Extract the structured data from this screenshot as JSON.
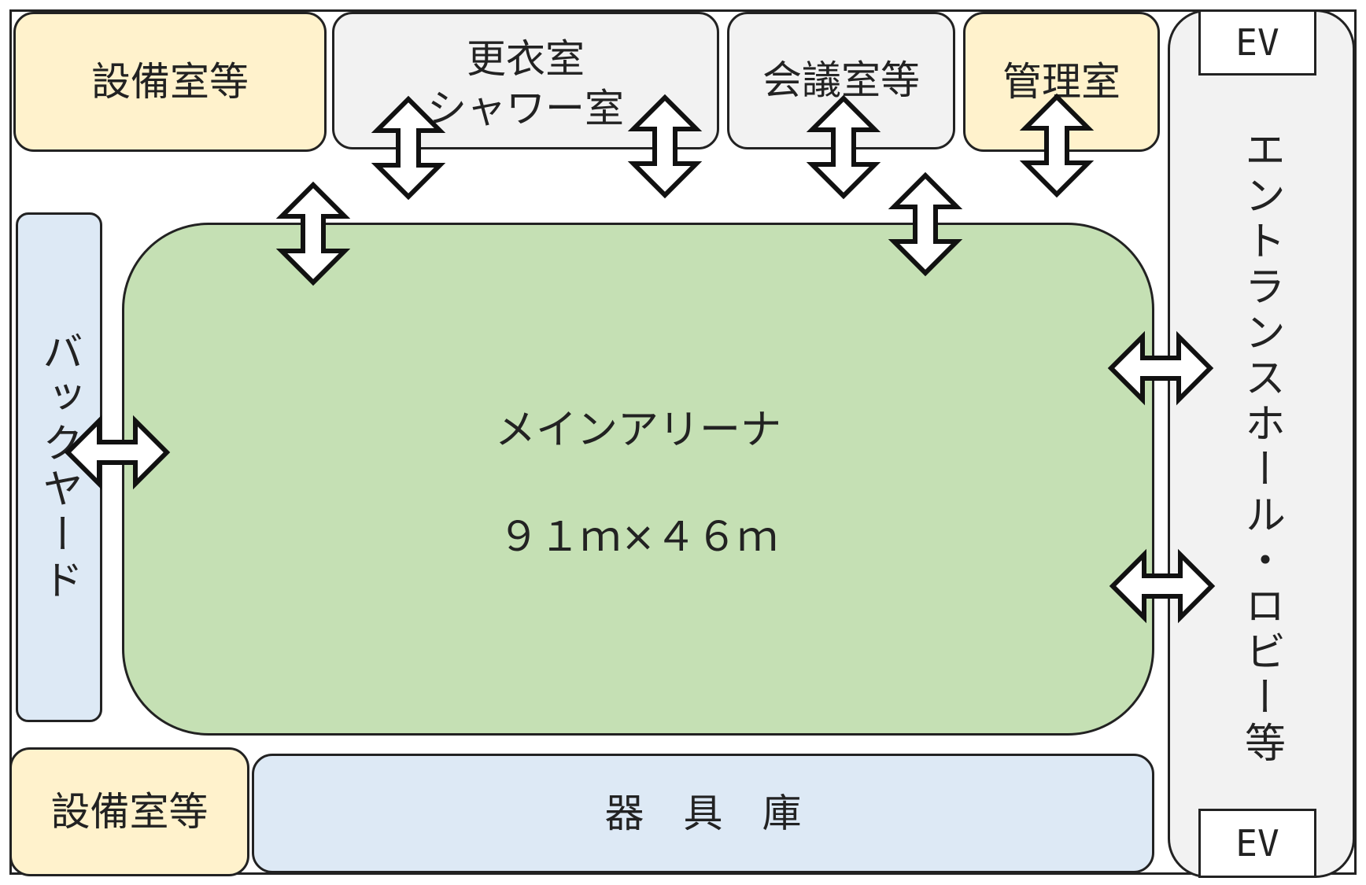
{
  "rooms": {
    "equipment_room_top": "設備室等",
    "locker_room_line1": "更衣室",
    "locker_room_line2": "シャワー室",
    "meeting_room": "会議室等",
    "management_room": "管理室",
    "backyard": "バックヤード",
    "main_arena_name": "メインアリーナ",
    "main_arena_size": "９１ｍ×４６ｍ",
    "equipment_room_bottom": "設備室等",
    "storage": "器　具　庫",
    "entrance_hall": "エントランスホール・ロビー等",
    "ev_top": "EV",
    "ev_bottom": "EV"
  },
  "colors": {
    "beige": "#fff2cc",
    "gray": "#f2f2f2",
    "blue": "#dde9f5",
    "green": "#c5e0b4"
  },
  "icons": [
    "double-arrow-icon"
  ]
}
